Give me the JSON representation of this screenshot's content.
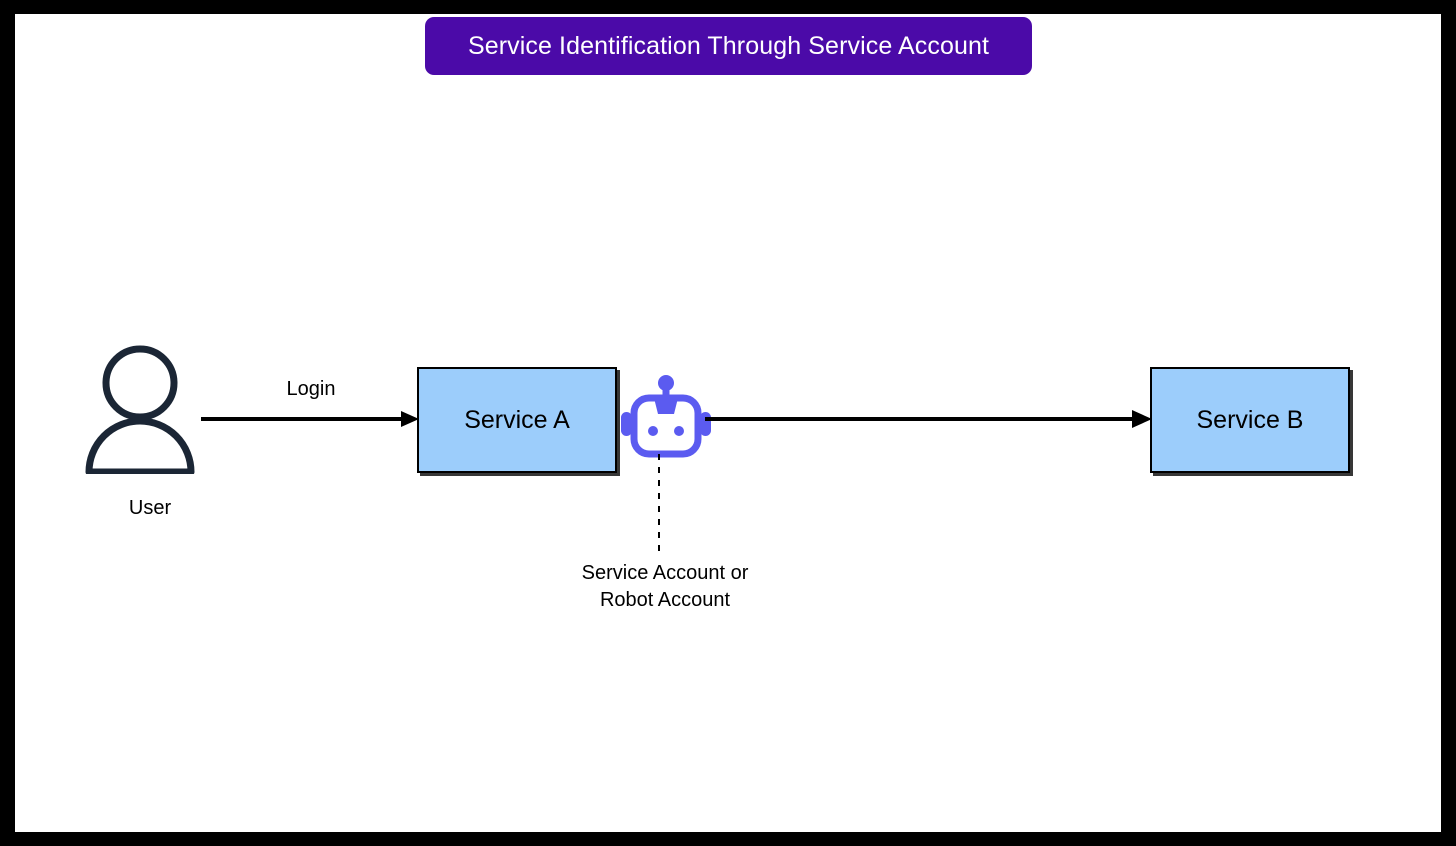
{
  "diagram": {
    "title": "Service Identification Through Service Account",
    "title_bg_color": "#4b0aa8",
    "title_text_color": "#ffffff",
    "canvas_bg_color": "#ffffff",
    "frame_color": "#000000",
    "nodes": {
      "user": {
        "label": "User",
        "icon": "user-icon",
        "icon_color": "#1b2635"
      },
      "service_a": {
        "label": "Service A",
        "fill_color": "#9ccdfb",
        "border_color": "#000000"
      },
      "service_b": {
        "label": "Service B",
        "fill_color": "#9ccdfb",
        "border_color": "#000000"
      },
      "robot": {
        "icon": "robot-icon",
        "icon_color": "#5b5bf0",
        "caption_line_1": "Service Account or",
        "caption_line_2": "Robot Account"
      }
    },
    "edges": {
      "user_to_service_a": {
        "label": "Login",
        "color": "#000000"
      },
      "service_a_to_service_b": {
        "label": "",
        "color": "#000000"
      },
      "robot_annotation_connector": {
        "style": "dashed",
        "color": "#000000"
      }
    }
  }
}
